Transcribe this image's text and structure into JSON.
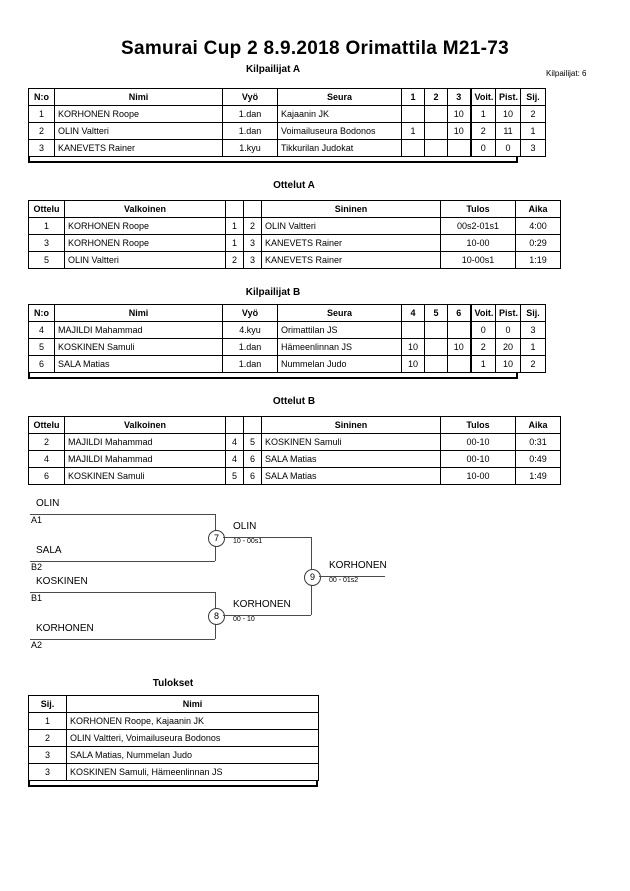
{
  "title": "Samurai Cup 2  8.9.2018  Orimattila   M21-73",
  "entrant_count_label": "Kilpailijat: 6",
  "headings": {
    "pool_a": "Kilpailijat A",
    "matches_a": "Ottelut A",
    "pool_b": "Kilpailijat B",
    "matches_b": "Ottelut B",
    "results": "Tulokset"
  },
  "pool_a": {
    "columns": [
      "N:o",
      "Nimi",
      "Vyö",
      "Seura",
      "1",
      "2",
      "3",
      "Voit.",
      "Pist.",
      "Sij."
    ],
    "rows": [
      {
        "no": "1",
        "name": "KORHONEN Roope",
        "belt": "1.dan",
        "club": "Kajaanin JK",
        "m1": "",
        "m2": "",
        "m3": "10",
        "wins": "1",
        "points": "10",
        "rank": "2"
      },
      {
        "no": "2",
        "name": "OLIN Valtteri",
        "belt": "1.dan",
        "club": "Voimailuseura Bodonos",
        "m1": "1",
        "m2": "",
        "m3": "10",
        "wins": "2",
        "points": "11",
        "rank": "1"
      },
      {
        "no": "3",
        "name": "KANEVETS Rainer",
        "belt": "1.kyu",
        "club": "Tikkurilan Judokat",
        "m1": "",
        "m2": "",
        "m3": "",
        "wins": "0",
        "points": "0",
        "rank": "3"
      }
    ]
  },
  "matches_a": {
    "columns": [
      "Ottelu",
      "Valkoinen",
      "",
      "",
      "Sininen",
      "Tulos",
      "Aika"
    ],
    "rows": [
      {
        "no": "1",
        "white": "KORHONEN Roope",
        "wnum": "1",
        "bnum": "2",
        "blue": "OLIN Valtteri",
        "result": "00s2-01s1",
        "time": "4:00"
      },
      {
        "no": "3",
        "white": "KORHONEN Roope",
        "wnum": "1",
        "bnum": "3",
        "blue": "KANEVETS Rainer",
        "result": "10-00",
        "time": "0:29"
      },
      {
        "no": "5",
        "white": "OLIN Valtteri",
        "wnum": "2",
        "bnum": "3",
        "blue": "KANEVETS Rainer",
        "result": "10-00s1",
        "time": "1:19"
      }
    ]
  },
  "pool_b": {
    "columns": [
      "N:o",
      "Nimi",
      "Vyö",
      "Seura",
      "4",
      "5",
      "6",
      "Voit.",
      "Pist.",
      "Sij."
    ],
    "rows": [
      {
        "no": "4",
        "name": "MAJILDI Mahammad",
        "belt": "4.kyu",
        "club": "Orimattilan JS",
        "m1": "",
        "m2": "",
        "m3": "",
        "wins": "0",
        "points": "0",
        "rank": "3"
      },
      {
        "no": "5",
        "name": "KOSKINEN Samuli",
        "belt": "1.dan",
        "club": "Hämeenlinnan JS",
        "m1": "10",
        "m2": "",
        "m3": "10",
        "wins": "2",
        "points": "20",
        "rank": "1"
      },
      {
        "no": "6",
        "name": "SALA Matias",
        "belt": "1.dan",
        "club": "Nummelan Judo",
        "m1": "10",
        "m2": "",
        "m3": "",
        "wins": "1",
        "points": "10",
        "rank": "2"
      }
    ]
  },
  "matches_b": {
    "columns": [
      "Ottelu",
      "Valkoinen",
      "",
      "",
      "Sininen",
      "Tulos",
      "Aika"
    ],
    "rows": [
      {
        "no": "2",
        "white": "MAJILDI Mahammad",
        "wnum": "4",
        "bnum": "5",
        "blue": "KOSKINEN Samuli",
        "result": "00-10",
        "time": "0:31"
      },
      {
        "no": "4",
        "white": "MAJILDI Mahammad",
        "wnum": "4",
        "bnum": "6",
        "blue": "SALA Matias",
        "result": "00-10",
        "time": "0:49"
      },
      {
        "no": "6",
        "white": "KOSKINEN Samuli",
        "wnum": "5",
        "bnum": "6",
        "blue": "SALA Matias",
        "result": "10-00",
        "time": "1:49"
      }
    ]
  },
  "bracket": {
    "entries": [
      {
        "name": "OLIN",
        "seed": "A1"
      },
      {
        "name": "SALA",
        "seed": "B2"
      },
      {
        "name": "KOSKINEN",
        "seed": "B1"
      },
      {
        "name": "KORHONEN",
        "seed": "A2"
      }
    ],
    "matches": [
      {
        "node": "7",
        "winner": "OLIN",
        "score": "10 - 00s1"
      },
      {
        "node": "8",
        "winner": "KORHONEN",
        "score": "00 - 10"
      },
      {
        "node": "9",
        "winner": "KORHONEN",
        "score": "00 - 01s2"
      }
    ]
  },
  "results": {
    "columns": [
      "Sij.",
      "Nimi"
    ],
    "rows": [
      {
        "rank": "1",
        "name": "KORHONEN Roope, Kajaanin JK"
      },
      {
        "rank": "2",
        "name": "OLIN Valtteri, Voimailuseura Bodonos"
      },
      {
        "rank": "3",
        "name": "SALA Matias, Nummelan Judo"
      },
      {
        "rank": "3",
        "name": "KOSKINEN Samuli, Hämeenlinnan JS"
      }
    ]
  }
}
